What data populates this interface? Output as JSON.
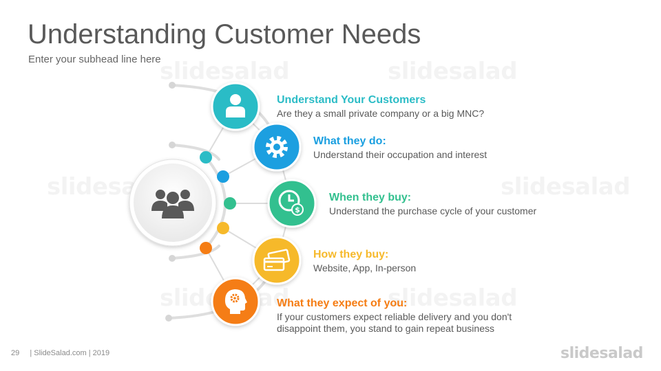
{
  "slide": {
    "title": "Understanding Customer Needs",
    "subtitle": "Enter your subhead line here",
    "watermark_text": "slidesalad",
    "page_number": "29",
    "footer_text": "| SlideSalad.com | 2019",
    "brand_logo_text": "slidesalad"
  },
  "center_node": {
    "icon": "users-group-icon",
    "color": "#595959"
  },
  "items": [
    {
      "heading": "Understand Your Customers",
      "description": "Are they a small private company or a big MNC?",
      "icon": "person-icon",
      "color": "#2bbcc6"
    },
    {
      "heading": "What they do:",
      "description": "Understand their occupation and interest",
      "icon": "gear-icon",
      "color": "#1a9fe0"
    },
    {
      "heading": "When they buy:",
      "description": "Understand the purchase cycle of your customer",
      "icon": "clock-dollar-icon",
      "color": "#33c08f"
    },
    {
      "heading": "How they buy:",
      "description": "Website, App, In-person",
      "icon": "credit-cards-icon",
      "color": "#f6b92b"
    },
    {
      "heading": "What they expect of you:",
      "description": "If your customers expect reliable delivery and you don't disappoint them, you stand to gain repeat business",
      "icon": "head-gear-icon",
      "color": "#f57d14"
    }
  ],
  "arc_dots": [
    {
      "color": "#2bbcc6"
    },
    {
      "color": "#1a9fe0"
    },
    {
      "color": "#33c08f"
    },
    {
      "color": "#f6b92b"
    },
    {
      "color": "#f57d14"
    }
  ]
}
